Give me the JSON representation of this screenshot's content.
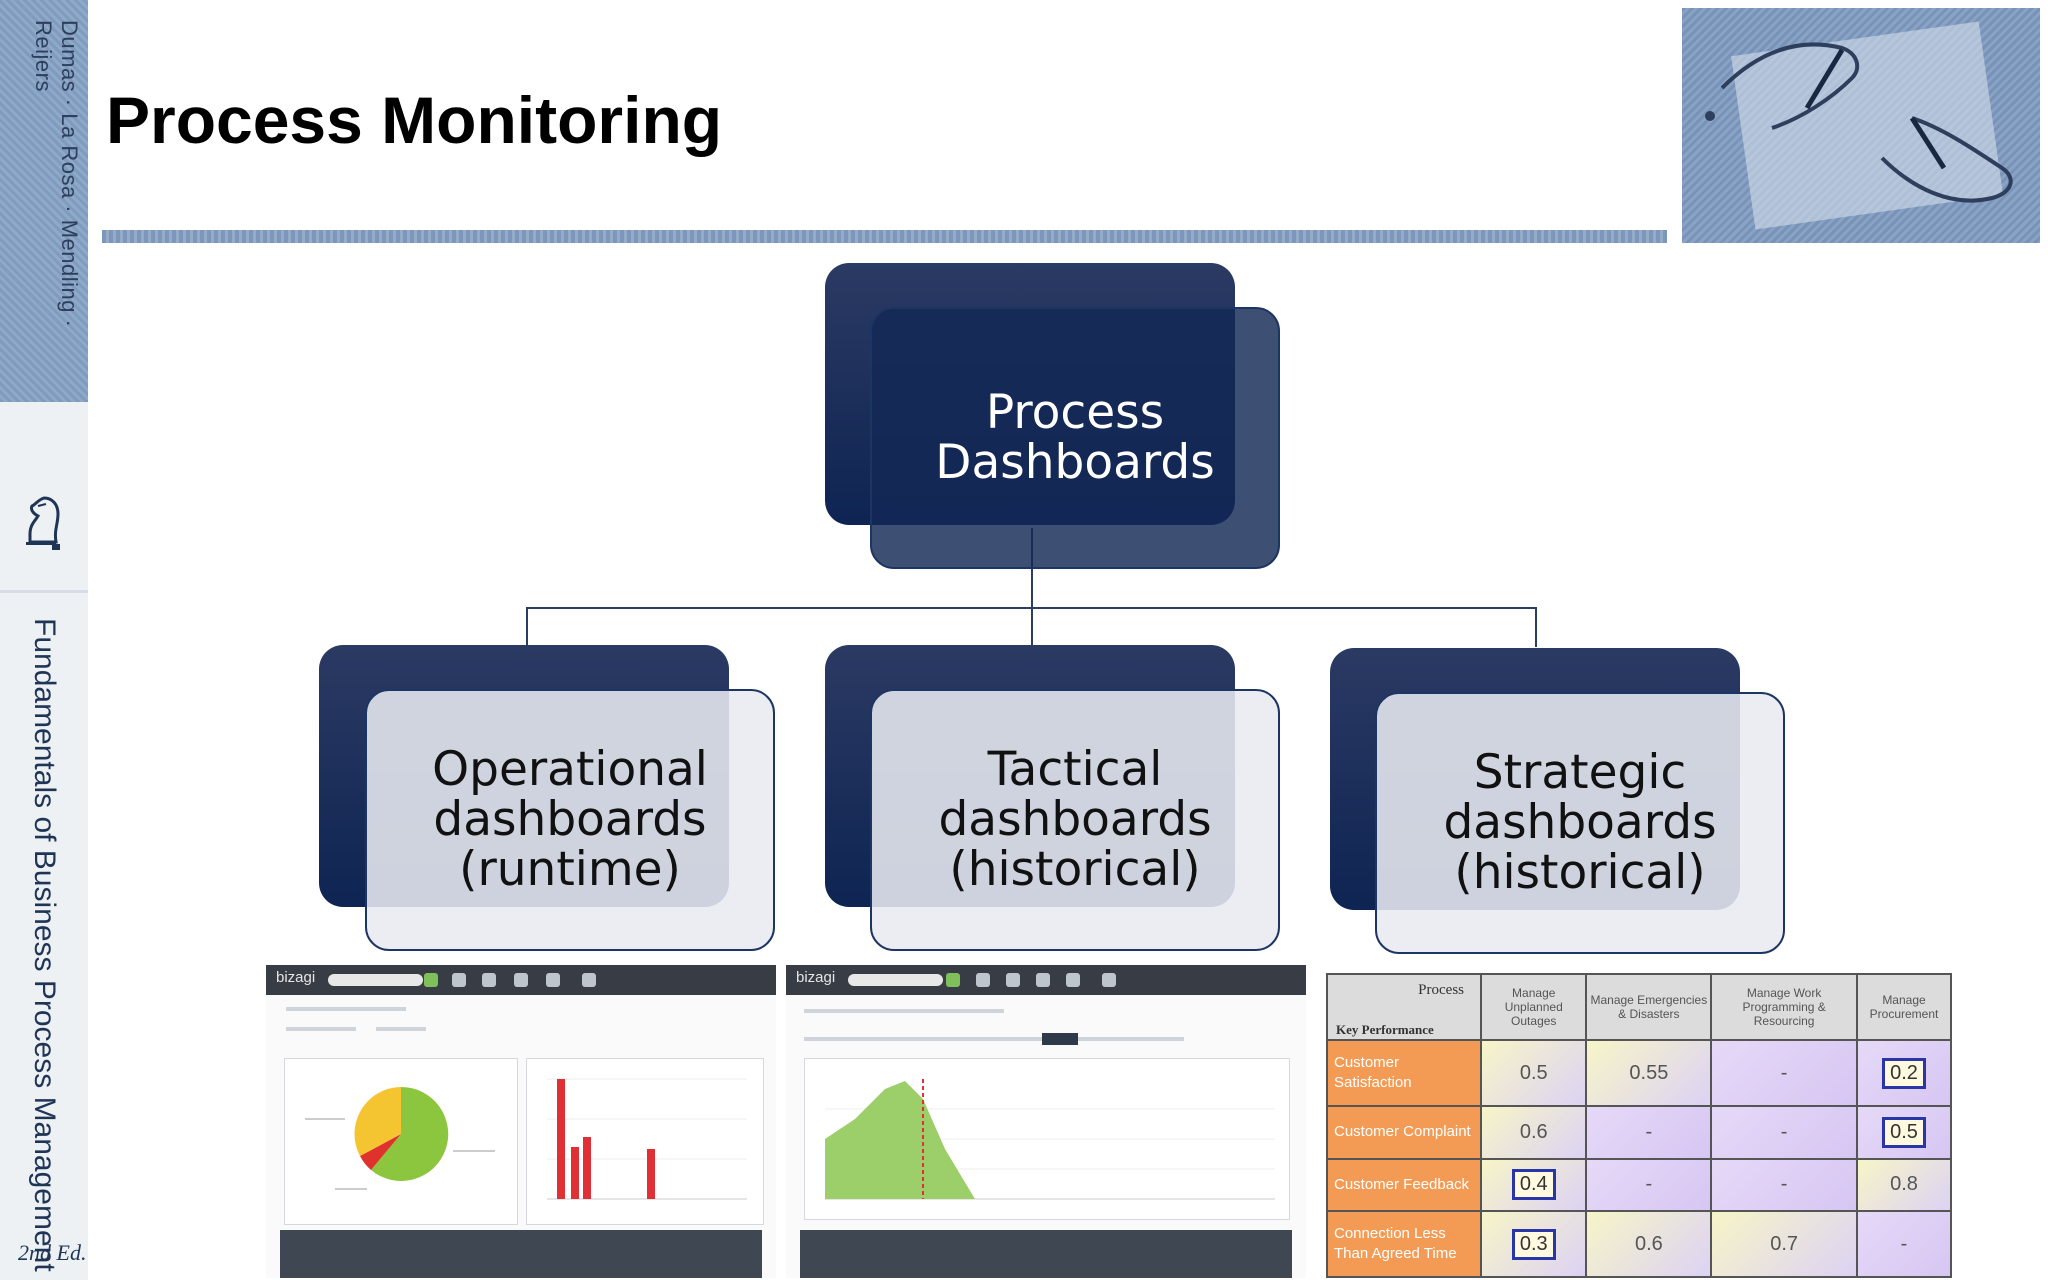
{
  "sidebar": {
    "authors": "Dumas · La Rosa · Mendling · Reijers",
    "book_title": "Fundamentals of Business Process Management",
    "edition": "2nd Ed."
  },
  "slide": {
    "title": "Process Monitoring"
  },
  "diagram": {
    "root": {
      "line1": "Process",
      "line2": "Dashboards"
    },
    "children": [
      {
        "line1": "Operational",
        "line2": "dashboards",
        "line3": "(runtime)"
      },
      {
        "line1": "Tactical",
        "line2": "dashboards",
        "line3": "(historical)"
      },
      {
        "line1": "Strategic",
        "line2": "dashboards",
        "line3": "(historical)"
      }
    ]
  },
  "screenshots": {
    "operational": {
      "brand": "bizagi"
    },
    "tactical": {
      "brand": "bizagi"
    }
  },
  "kpi_table": {
    "corner_top": "Process",
    "corner_bottom": "Key Performance",
    "columns": [
      "Manage Unplanned Outages",
      "Manage Emergencies & Disasters",
      "Manage Work Programming & Resourcing",
      "Manage Procurement"
    ],
    "rows": [
      {
        "label": "Customer Satisfaction",
        "values": [
          "0.5",
          "0.55",
          "-",
          "0.2"
        ]
      },
      {
        "label": "Customer Complaint",
        "values": [
          "0.6",
          "-",
          "-",
          "0.5"
        ]
      },
      {
        "label": "Customer Feedback",
        "values": [
          "0.4",
          "-",
          "-",
          "0.8"
        ]
      },
      {
        "label": "Connection Less Than Agreed Time",
        "values": [
          "0.3",
          "0.6",
          "0.7",
          "-"
        ]
      }
    ]
  },
  "colors": {
    "navy": "#0e2452",
    "kpi_header_orange": "#f39b54",
    "highlight_border": "#2a35a8",
    "bar_red": "#e02f35",
    "area_green": "#9ccf6a"
  }
}
